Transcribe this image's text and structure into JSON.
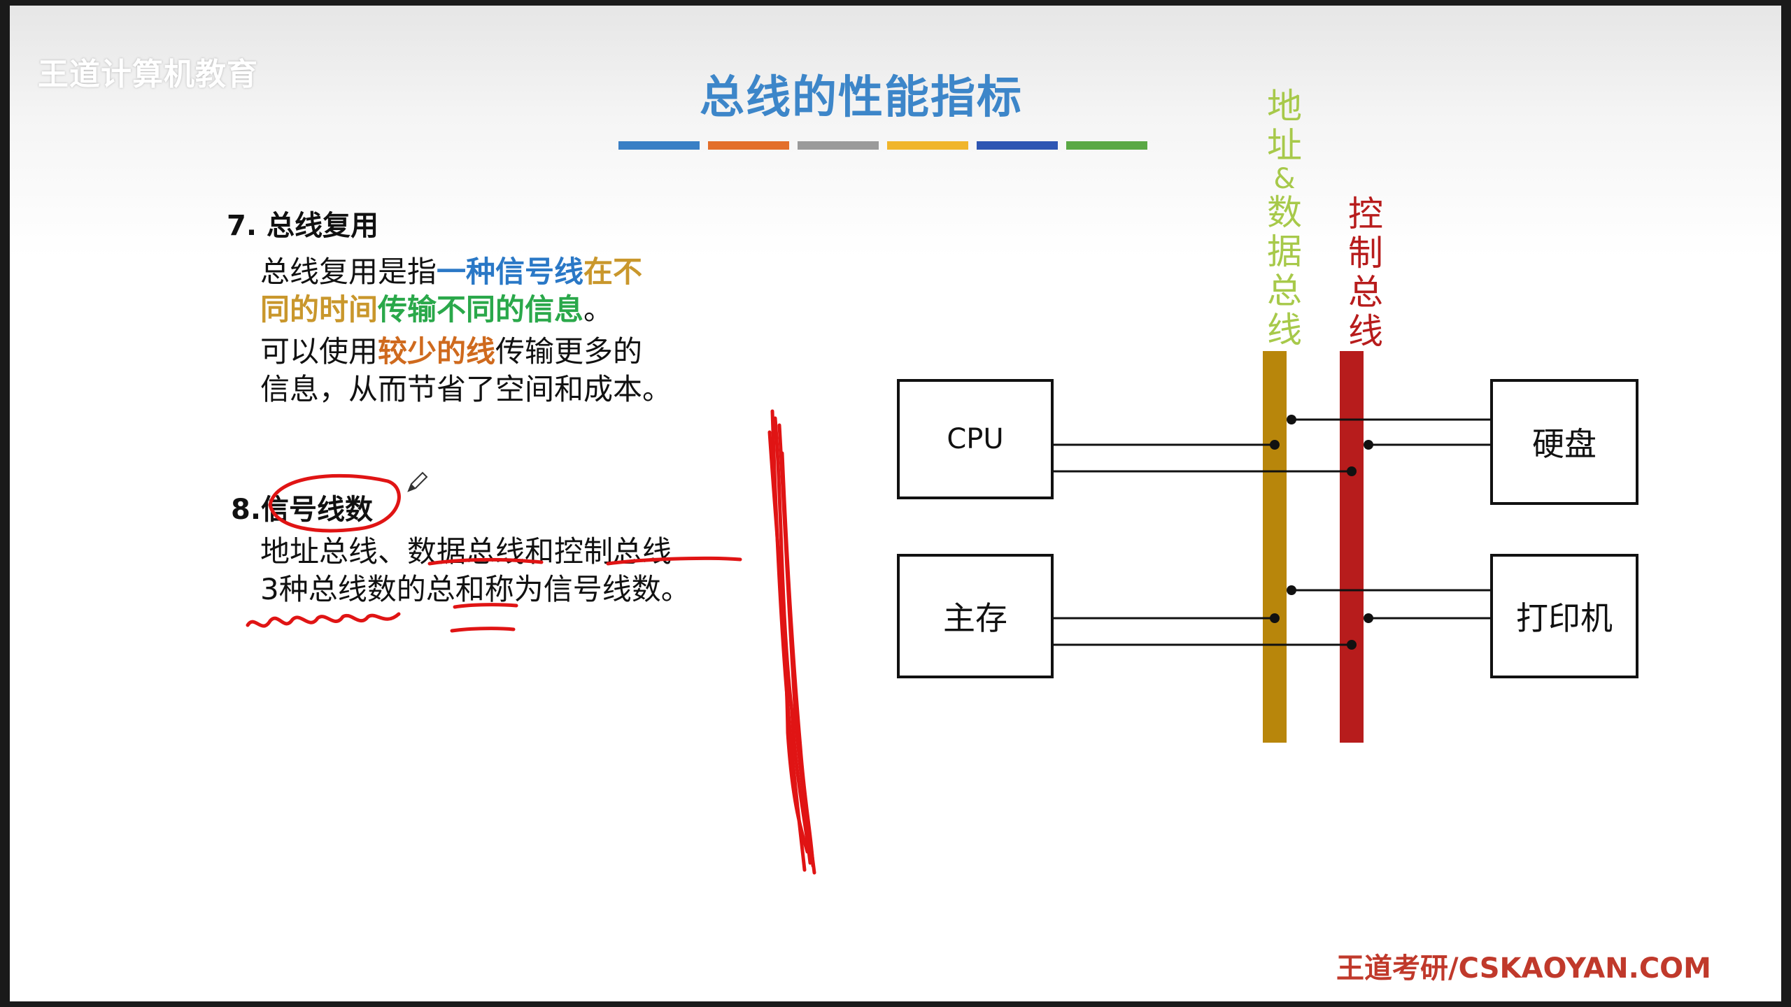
{
  "watermark": "王道计算机教育",
  "title": "总线的性能指标",
  "title_stripes": [
    "#3a7fc5",
    "#e36f2b",
    "#9a9a9a",
    "#f0b52c",
    "#2e56b3",
    "#5aa845"
  ],
  "section7": {
    "heading": "7. 总线复用",
    "line1": {
      "a": "总线复用是指",
      "b": "一种信号线",
      "c": "在不"
    },
    "line2": {
      "a": "同的时间",
      "b": "传输不同的信息",
      "c": "。"
    },
    "line3": {
      "a": "可以使用",
      "b": "较少的线",
      "c": "传输更多的"
    },
    "line4": "信息，从而节省了空间和成本。"
  },
  "section8": {
    "number": "8.",
    "heading": "信号线数",
    "line1": "地址总线、数据总线和控制总线",
    "line2": "3种总线数的总和称为信号线数。"
  },
  "diagram": {
    "bus_addr_data_label": "地址&数据总线",
    "bus_control_label": "控制总线",
    "bus_addr_data_color": "#b8860b",
    "bus_control_color": "#b71c1c",
    "devices": {
      "cpu": "CPU",
      "memory": "主存",
      "disk": "硬盘",
      "printer": "打印机"
    }
  },
  "icons": {
    "pen": "pen-icon"
  },
  "footer": "王道考研/CSKAOYAN.COM"
}
